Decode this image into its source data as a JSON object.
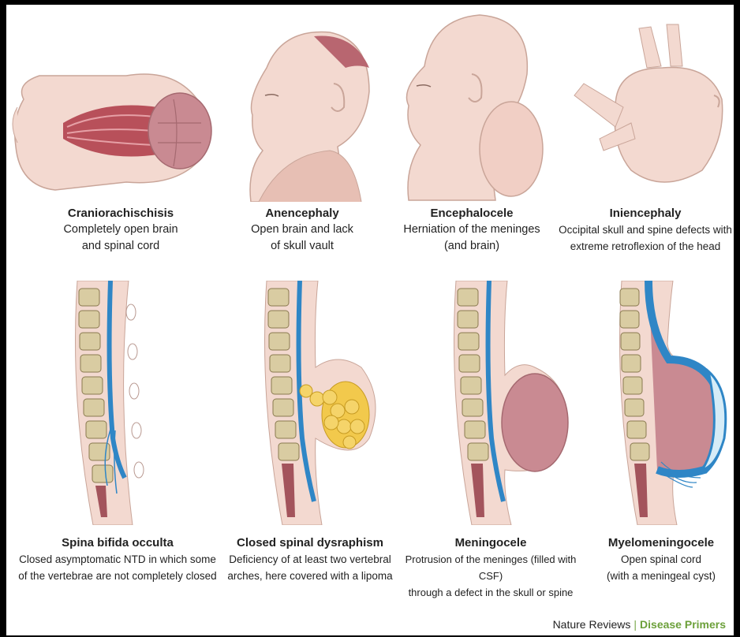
{
  "top_row": [
    {
      "title": "Craniorachischisis",
      "lines": [
        "Completely open brain",
        "and spinal cord"
      ]
    },
    {
      "title": "Anencephaly",
      "lines": [
        "Open brain and lack",
        "of skull vault"
      ]
    },
    {
      "title": "Encephalocele",
      "lines": [
        "Herniation of the meninges",
        "(and brain)"
      ]
    },
    {
      "title": "Iniencephaly",
      "lines": [
        "Occipital skull and spine defects with",
        "extreme retroflexion of the head"
      ]
    }
  ],
  "bottom_row": [
    {
      "title": "Spina bifida occulta",
      "lines": [
        "Closed asymptomatic NTD in which some",
        "of the vertebrae are not completely closed"
      ]
    },
    {
      "title": "Closed spinal dysraphism",
      "lines": [
        "Deficiency of at least two vertebral",
        "arches, here covered with a lipoma"
      ]
    },
    {
      "title": "Meningocele",
      "lines": [
        "Protrusion of the meninges (filled with CSF)",
        "through a defect in the skull or spine"
      ]
    },
    {
      "title": "Myelomeningocele",
      "lines": [
        "Open spinal cord",
        "(with a meningeal cyst)"
      ]
    }
  ],
  "credit": {
    "journal": "Nature Reviews",
    "separator": "|",
    "series": "Disease Primers"
  },
  "colors": {
    "skin": "#f3d9d0",
    "skin_shadow": "#e7bfb4",
    "brain": "#c98a92",
    "cord": "#2f86c6",
    "vertebra": "#d9cca2",
    "lipoma": "#f2c94c",
    "sac": "#c98a92"
  }
}
